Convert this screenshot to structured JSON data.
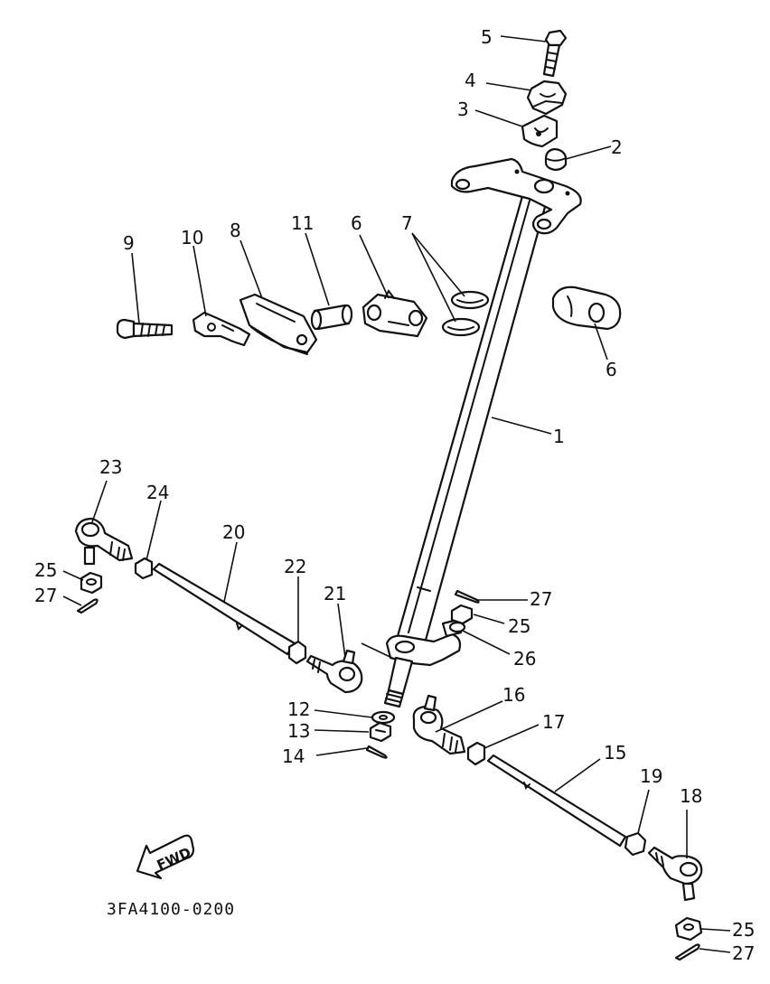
{
  "diagram": {
    "code": "3FA4100-0200",
    "fwd_label": "FWD",
    "callouts": [
      {
        "id": "c1",
        "text": "1"
      },
      {
        "id": "c2",
        "text": "2"
      },
      {
        "id": "c3",
        "text": "3"
      },
      {
        "id": "c4",
        "text": "4"
      },
      {
        "id": "c5",
        "text": "5"
      },
      {
        "id": "c6a",
        "text": "6"
      },
      {
        "id": "c6b",
        "text": "6"
      },
      {
        "id": "c7",
        "text": "7"
      },
      {
        "id": "c8",
        "text": "8"
      },
      {
        "id": "c9",
        "text": "9"
      },
      {
        "id": "c10",
        "text": "10"
      },
      {
        "id": "c11",
        "text": "11"
      },
      {
        "id": "c12",
        "text": "12"
      },
      {
        "id": "c13",
        "text": "13"
      },
      {
        "id": "c14",
        "text": "14"
      },
      {
        "id": "c15",
        "text": "15"
      },
      {
        "id": "c16",
        "text": "16"
      },
      {
        "id": "c17",
        "text": "17"
      },
      {
        "id": "c18",
        "text": "18"
      },
      {
        "id": "c19",
        "text": "19"
      },
      {
        "id": "c20",
        "text": "20"
      },
      {
        "id": "c21",
        "text": "21"
      },
      {
        "id": "c22",
        "text": "22"
      },
      {
        "id": "c23",
        "text": "23"
      },
      {
        "id": "c24",
        "text": "24"
      },
      {
        "id": "c25a",
        "text": "25"
      },
      {
        "id": "c25b",
        "text": "25"
      },
      {
        "id": "c25c",
        "text": "25"
      },
      {
        "id": "c26",
        "text": "26"
      },
      {
        "id": "c27a",
        "text": "27"
      },
      {
        "id": "c27b",
        "text": "27"
      },
      {
        "id": "c27c",
        "text": "27"
      }
    ]
  }
}
